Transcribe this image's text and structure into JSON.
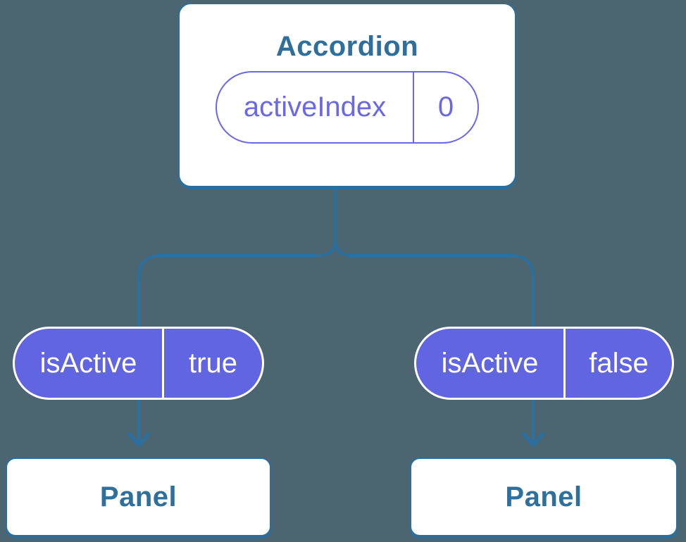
{
  "canvas": {
    "background": "#4b6571"
  },
  "palette": {
    "line_blue": "#2b6f9f",
    "text_blue": "#2e6f9b",
    "pill_fill_purple": "#6265e2",
    "pill_outline_purple": "#6a67e8",
    "node_background": "#ffffff"
  },
  "accordion_node": {
    "title": "Accordion",
    "state_pill": {
      "label": "activeIndex",
      "value": "0"
    }
  },
  "prop_pills": [
    {
      "label": "isActive",
      "value": "true"
    },
    {
      "label": "isActive",
      "value": "false"
    }
  ],
  "panels": [
    {
      "label": "Panel"
    },
    {
      "label": "Panel"
    }
  ]
}
